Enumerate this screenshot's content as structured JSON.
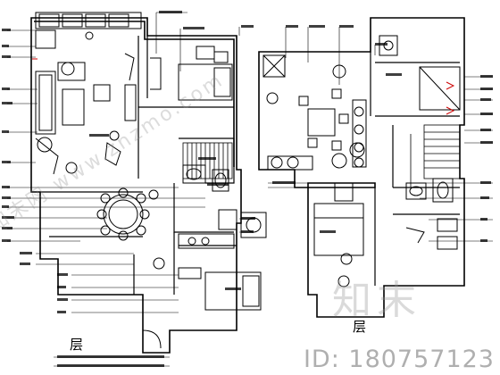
{
  "watermark": {
    "id_text": "ID: 180757123",
    "brand": "知末",
    "brand_diag": "知末网 www.znzmo.com"
  },
  "labels": {
    "floor_left": "层",
    "floor_right": "层"
  },
  "colors": {
    "line": "#000000",
    "accent": "#cc0000"
  }
}
